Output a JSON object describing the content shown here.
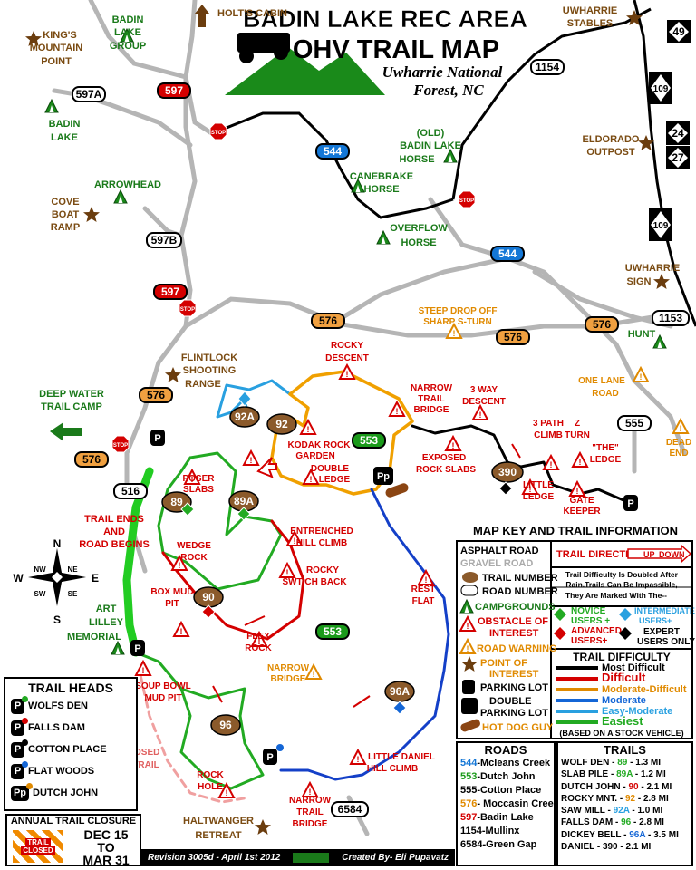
{
  "header": {
    "title_line1": "BADIN LAKE REC AREA",
    "title_line2": "OHV TRAIL MAP",
    "subtitle_line1": "Uwharrie National",
    "subtitle_line2": "Forest, NC"
  },
  "places": {
    "holts_cabin": "HOLT'S CABIN",
    "kings_mountain_1": "KING'S",
    "kings_mountain_2": "MOUNTAIN",
    "kings_mountain_3": "POINT",
    "badin_group_1": "BADIN",
    "badin_group_2": "LAKE",
    "badin_group_3": "GROUP",
    "badin_lake_1": "BADIN",
    "badin_lake_2": "LAKE",
    "uwharrie_stables_1": "UWHARRIE",
    "uwharrie_stables_2": "STABLES",
    "eldorado_1": "ELDORADO",
    "eldorado_2": "OUTPOST",
    "old_badin_1": "(OLD)",
    "old_badin_2": "BADIN LAKE",
    "old_badin_3": "HORSE",
    "canebrake_1": "CANEBRAKE",
    "canebrake_2": "HORSE",
    "overflow_1": "OVERFLOW",
    "overflow_2": "HORSE",
    "arrowhead": "ARROWHEAD",
    "cove_1": "COVE",
    "cove_2": "BOAT",
    "cove_3": "RAMP",
    "uwharrie_sign_1": "UWHARRIE",
    "uwharrie_sign_2": "SIGN",
    "hunt": "HUNT",
    "flintlock_1": "FLINTLOCK",
    "flintlock_2": "SHOOTING",
    "flintlock_3": "RANGE",
    "deep_water_1": "DEEP WATER",
    "deep_water_2": "TRAIL CAMP",
    "art_lilley_1": "ART",
    "art_lilley_2": "LILLEY",
    "art_lilley_3": "MEMORIAL",
    "haltwanger_1": "HALTWANGER",
    "haltwanger_2": "RETREAT",
    "proposed_1": "PROPOSED",
    "proposed_2": "NEW TRAIL",
    "trail_ends_1": "TRAIL ENDS",
    "trail_ends_2": "AND",
    "trail_ends_3": "ROAD BEGINS"
  },
  "obstacles": {
    "rocky_descent_1": "ROCKY",
    "rocky_descent_2": "DESCENT",
    "steep_drop_1": "STEEP DROP OFF",
    "steep_drop_2": "SHARP S-TURN",
    "narrow_trail_bridge_1": "NARROW",
    "narrow_trail_bridge_2": "TRAIL",
    "narrow_trail_bridge_3": "BRIDGE",
    "three_way_1": "3 WAY",
    "three_way_2": "DESCENT",
    "one_lane_1": "ONE LANE",
    "one_lane_2": "ROAD",
    "dead_end_1": "DEAD",
    "dead_end_2": "END",
    "kodak_1": "KODAK ROCK",
    "kodak_2": "GARDEN",
    "double_ledge_1": "DOUBLE",
    "double_ledge_2": "LEDGE",
    "exposed_1": "EXPOSED",
    "exposed_2": "ROCK SLABS",
    "three_path_1": "3 PATH",
    "three_path_2": "CLIMB",
    "z_turn_1": "Z",
    "z_turn_2": "TURN",
    "the_ledge_1": "\"THE\"",
    "the_ledge_2": "LEDGE",
    "little_ledge_1": "LITTLE",
    "little_ledge_2": "LEDGE",
    "gate_keeper_1": "GATE",
    "gate_keeper_2": "KEEPER",
    "poser_1": "POSER",
    "poser_2": "SLABS",
    "wedge_1": "WEDGE",
    "wedge_2": "ROCK",
    "entrenched_1": "ENTRENCHED",
    "entrenched_2": "HILL CLIMB",
    "rocky_switch_1": "ROCKY",
    "rocky_switch_2": "SWTICH BACK",
    "rest_flat_1": "REST",
    "rest_flat_2": "FLAT",
    "box_mud_1": "BOX MUD",
    "box_mud_2": "PIT",
    "flex_1": "FLEX",
    "flex_2": "ROCK",
    "soup_1": "SOUP BOWL",
    "soup_2": "MUD PIT",
    "narrow_bridge_1": "NARROW",
    "narrow_bridge_2": "BRIDGE",
    "rock_hole_1": "ROCK",
    "rock_hole_2": "HOLE",
    "little_daniel_1": "LITTLE DANIEL",
    "little_daniel_2": "HILL CLIMB",
    "narrow_trail_bridge2_1": "NARROW",
    "narrow_trail_bridge2_2": "TRAIL",
    "narrow_trail_bridge2_3": "BRIDGE"
  },
  "road_numbers": {
    "r597a": "597A",
    "r597_top": "597",
    "r597b": "597B",
    "r597_mid": "597",
    "r544_top": "544",
    "r544_right": "544",
    "r1154": "1154",
    "r576_a": "576",
    "r576_b": "576",
    "r576_c": "576",
    "r576_d": "576",
    "r576_e": "576",
    "r553_a": "553",
    "r553_b": "553",
    "r516": "516",
    "r555": "555",
    "r6584": "6584",
    "r1153": "1153",
    "nc49": "49",
    "nc109_a": "109",
    "nc24": "24",
    "nc27": "27",
    "nc109_b": "109"
  },
  "trail_numbers": {
    "t92a": "92A",
    "t92": "92",
    "t89": "89",
    "t89a": "89A",
    "t90": "90",
    "t96": "96",
    "t96a": "96A",
    "t390": "390"
  },
  "compass": {
    "n": "N",
    "s": "S",
    "e": "E",
    "w": "W",
    "nw": "NW",
    "ne": "NE",
    "sw": "SW",
    "se": "SE"
  },
  "map_key": {
    "title": "MAP KEY AND TRAIL INFORMATION",
    "asphalt": "ASPHALT ROAD",
    "gravel": "GRAVEL ROAD",
    "trail_number": "TRAIL NUMBER",
    "road_number": "ROAD NUMBER",
    "campgrounds": "CAMPGROUNDS",
    "obstacle_1": "OBSTACLE OF",
    "obstacle_2": "INTEREST",
    "road_warning": "ROAD WARNING",
    "poi_1": "POINT OF",
    "poi_2": "INTEREST",
    "parking": "PARKING LOT",
    "double_1": "DOUBLE",
    "double_2": "PARKING LOT",
    "hot_dog": "HOT DOG GUY",
    "trail_direction": "TRAIL DIRECTION",
    "up": "UP",
    "down": "DOWN",
    "difficulty_note_1": "Trail Difficulty Is Doubled After",
    "difficulty_note_2": "Rain.Trails Can Be Impassible,",
    "difficulty_note_3": "They Are Marked With The--",
    "novice_1": "NOVICE",
    "novice_2": "USERS +",
    "intermediate_1": "INTERMEDIATE",
    "intermediate_2": "USERS+",
    "advanced_1": "ADVANCED",
    "advanced_2": "USERS+",
    "expert_1": "EXPERT",
    "expert_2": "USERS ONLY",
    "difficulty_title": "TRAIL DIFFICULTY",
    "levels": [
      "Most Difficult",
      "Difficult",
      "Moderate-Difficult",
      "Moderate",
      "Easy-Moderate",
      "Easiest"
    ],
    "level_colors": [
      "#000000",
      "#d40000",
      "#e08a00",
      "#1466d6",
      "#29a0e0",
      "#22aa22"
    ],
    "based_on": "(BASED ON A STOCK VEHICLE)"
  },
  "trail_heads": {
    "title": "TRAIL HEADS",
    "items": [
      {
        "label": "WOLFS DEN",
        "badge": "P",
        "color": "#22aa22"
      },
      {
        "label": "FALLS DAM",
        "badge": "P",
        "color": "#d40000"
      },
      {
        "label": "COTTON PLACE",
        "badge": "P",
        "color": "#000000"
      },
      {
        "label": "FLAT WOODS",
        "badge": "P",
        "color": "#1466d6"
      },
      {
        "label": "DUTCH JOHN",
        "badge": "Pp",
        "color": "#e08a00"
      }
    ]
  },
  "closure": {
    "title": "ANNUAL TRAIL CLOSURE",
    "sign_1": "TRAIL",
    "sign_2": "CLOSED",
    "date_1": "DEC 15",
    "date_2": "TO",
    "date_3": "MAR 31"
  },
  "roads": {
    "title": "ROADS",
    "items": [
      {
        "num": "544",
        "sep": "-",
        "name": "Mcleans Creek",
        "color": "#1477d6"
      },
      {
        "num": "553",
        "sep": "-",
        "name": "Dutch John",
        "color": "#1a9a1a"
      },
      {
        "num": "555",
        "sep": "-",
        "name": "Cotton Place",
        "color": "#000000"
      },
      {
        "num": "576",
        "sep": "- ",
        "name": "Moccasin Creek",
        "color": "#e08a00"
      },
      {
        "num": "597",
        "sep": "-",
        "name": "Badin Lake",
        "color": "#d40000"
      },
      {
        "num": "1154",
        "sep": "-",
        "name": "Mullinx",
        "color": "#000000"
      },
      {
        "num": "6584",
        "sep": "-",
        "name": "Green Gap",
        "color": "#000000"
      }
    ]
  },
  "trails": {
    "title": "TRAILS",
    "items": [
      {
        "name": "WOLF DEN",
        "num": "89",
        "dist": "1.3 MI",
        "color": "#22aa22"
      },
      {
        "name": "SLAB PILE",
        "num": "89A",
        "dist": "1.2 MI",
        "color": "#22aa22"
      },
      {
        "name": "DUTCH JOHN",
        "num": "90",
        "dist": "2.1 MI",
        "color": "#d40000"
      },
      {
        "name": "ROCKY MNT.",
        "num": "92",
        "dist": "2.8 MI",
        "color": "#e08a00"
      },
      {
        "name": "SAW MILL",
        "num": "92A",
        "dist": "1.0 MI",
        "color": "#29a0e0"
      },
      {
        "name": "FALLS DAM",
        "num": "96",
        "dist": "2.8 MI",
        "color": "#22aa22"
      },
      {
        "name": "DICKEY BELL",
        "num": "96A",
        "dist": "3.5 MI",
        "color": "#1466d6"
      },
      {
        "name": "DANIEL",
        "num": "390",
        "dist": "2.1 MI",
        "color": "#000000"
      }
    ]
  },
  "footer": {
    "revision": "Revision 3005d - April 1st 2012",
    "created_by": "Created By- Eli Pupavatz"
  }
}
